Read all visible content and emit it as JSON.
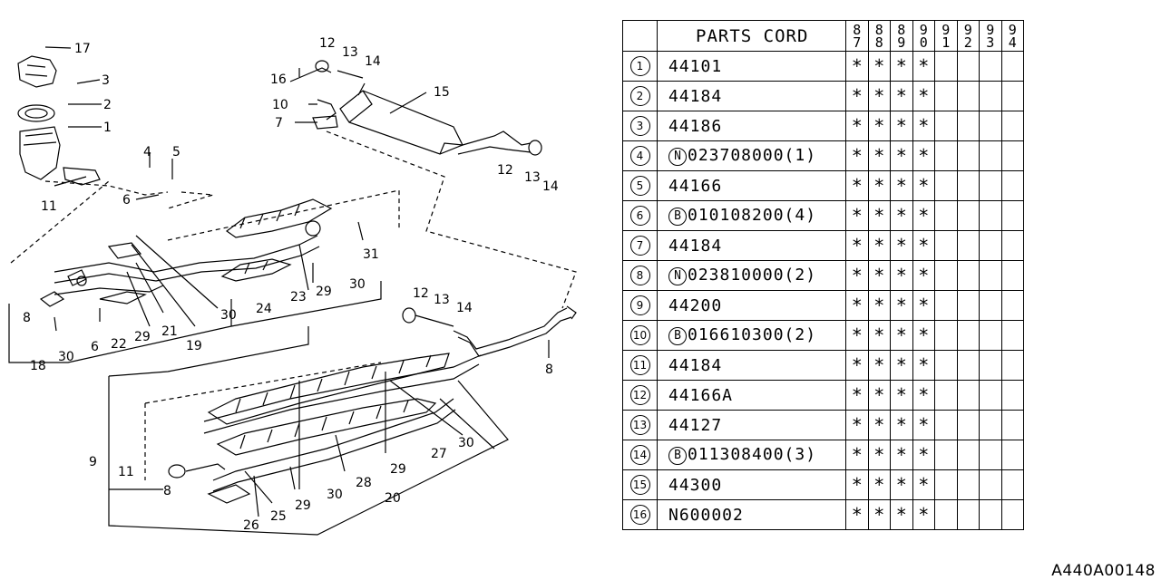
{
  "table": {
    "header": "PARTS CORD",
    "years": [
      {
        "top": "8",
        "bottom": "7"
      },
      {
        "top": "8",
        "bottom": "8"
      },
      {
        "top": "8",
        "bottom": "9"
      },
      {
        "top": "9",
        "bottom": "0"
      },
      {
        "top": "9",
        "bottom": "1"
      },
      {
        "top": "9",
        "bottom": "2"
      },
      {
        "top": "9",
        "bottom": "3"
      },
      {
        "top": "9",
        "bottom": "4"
      }
    ],
    "rows": [
      {
        "no": "1",
        "prefix": "",
        "code": "44101",
        "marks": [
          "*",
          "*",
          "*",
          "*",
          "",
          "",
          "",
          ""
        ]
      },
      {
        "no": "2",
        "prefix": "",
        "code": "44184",
        "marks": [
          "*",
          "*",
          "*",
          "*",
          "",
          "",
          "",
          ""
        ]
      },
      {
        "no": "3",
        "prefix": "",
        "code": "44186",
        "marks": [
          "*",
          "*",
          "*",
          "*",
          "",
          "",
          "",
          ""
        ]
      },
      {
        "no": "4",
        "prefix": "N",
        "code": "023708000(1)",
        "marks": [
          "*",
          "*",
          "*",
          "*",
          "",
          "",
          "",
          ""
        ]
      },
      {
        "no": "5",
        "prefix": "",
        "code": "44166",
        "marks": [
          "*",
          "*",
          "*",
          "*",
          "",
          "",
          "",
          ""
        ]
      },
      {
        "no": "6",
        "prefix": "B",
        "code": "010108200(4)",
        "marks": [
          "*",
          "*",
          "*",
          "*",
          "",
          "",
          "",
          ""
        ]
      },
      {
        "no": "7",
        "prefix": "",
        "code": "44184",
        "marks": [
          "*",
          "*",
          "*",
          "*",
          "",
          "",
          "",
          ""
        ]
      },
      {
        "no": "8",
        "prefix": "N",
        "code": "023810000(2)",
        "marks": [
          "*",
          "*",
          "*",
          "*",
          "",
          "",
          "",
          ""
        ]
      },
      {
        "no": "9",
        "prefix": "",
        "code": "44200",
        "marks": [
          "*",
          "*",
          "*",
          "*",
          "",
          "",
          "",
          ""
        ]
      },
      {
        "no": "10",
        "prefix": "B",
        "code": "016610300(2)",
        "marks": [
          "*",
          "*",
          "*",
          "*",
          "",
          "",
          "",
          ""
        ]
      },
      {
        "no": "11",
        "prefix": "",
        "code": "44184",
        "marks": [
          "*",
          "*",
          "*",
          "*",
          "",
          "",
          "",
          ""
        ]
      },
      {
        "no": "12",
        "prefix": "",
        "code": "44166A",
        "marks": [
          "*",
          "*",
          "*",
          "*",
          "",
          "",
          "",
          ""
        ]
      },
      {
        "no": "13",
        "prefix": "",
        "code": "44127",
        "marks": [
          "*",
          "*",
          "*",
          "*",
          "",
          "",
          "",
          ""
        ]
      },
      {
        "no": "14",
        "prefix": "B",
        "code": "011308400(3)",
        "marks": [
          "*",
          "*",
          "*",
          "*",
          "",
          "",
          "",
          ""
        ]
      },
      {
        "no": "15",
        "prefix": "",
        "code": "44300",
        "marks": [
          "*",
          "*",
          "*",
          "*",
          "",
          "",
          "",
          ""
        ]
      },
      {
        "no": "16",
        "prefix": "",
        "code": "N600002",
        "marks": [
          "*",
          "*",
          "*",
          "*",
          "",
          "",
          "",
          ""
        ]
      }
    ]
  },
  "diagram": {
    "callouts": [
      "17",
      "3",
      "2",
      "1",
      "11",
      "4",
      "5",
      "6",
      "12",
      "13",
      "14",
      "16",
      "10",
      "15",
      "7",
      "12",
      "13",
      "14",
      "31",
      "30",
      "23",
      "29",
      "24",
      "30",
      "8",
      "21",
      "22",
      "29",
      "6",
      "30",
      "19",
      "18",
      "12",
      "13",
      "14",
      "8",
      "9",
      "11",
      "8",
      "27",
      "30",
      "29",
      "28",
      "30",
      "29",
      "20",
      "25",
      "26"
    ]
  },
  "doc_id": "A440A00148"
}
